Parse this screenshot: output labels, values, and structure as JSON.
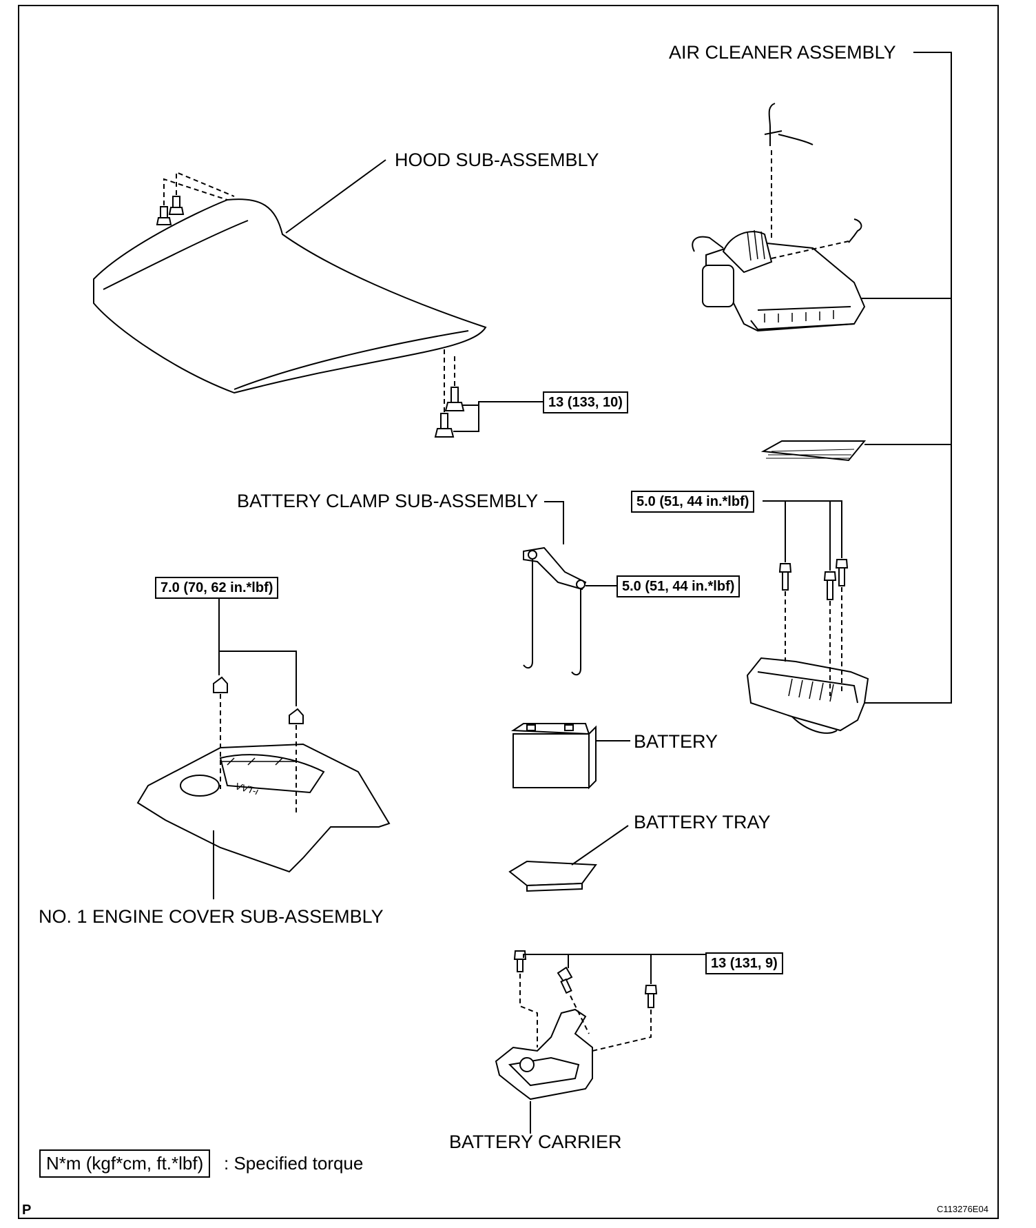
{
  "labels": {
    "air_cleaner": "AIR CLEANER ASSEMBLY",
    "hood": "HOOD SUB-ASSEMBLY",
    "battery_clamp": "BATTERY CLAMP SUB-ASSEMBLY",
    "battery": "BATTERY",
    "battery_tray": "BATTERY TRAY",
    "engine_cover": "NO. 1 ENGINE COVER SUB-ASSEMBLY",
    "battery_carrier": "BATTERY CARRIER"
  },
  "torques": {
    "hood_bolts": "13 (133, 10)",
    "air_cleaner_bolts": "5.0 (51, 44 in.*lbf)",
    "clamp_nut": "5.0 (51, 44 in.*lbf)",
    "engine_cover_nuts": "7.0 (70, 62 in.*lbf)",
    "carrier_bolts": "13 (131, 9)"
  },
  "legend": {
    "unit": "N*m (kgf*cm, ft.*lbf)",
    "meaning": ": Specified torque"
  },
  "corner": {
    "page_mark": "P",
    "figure_id": "C113276E04"
  }
}
